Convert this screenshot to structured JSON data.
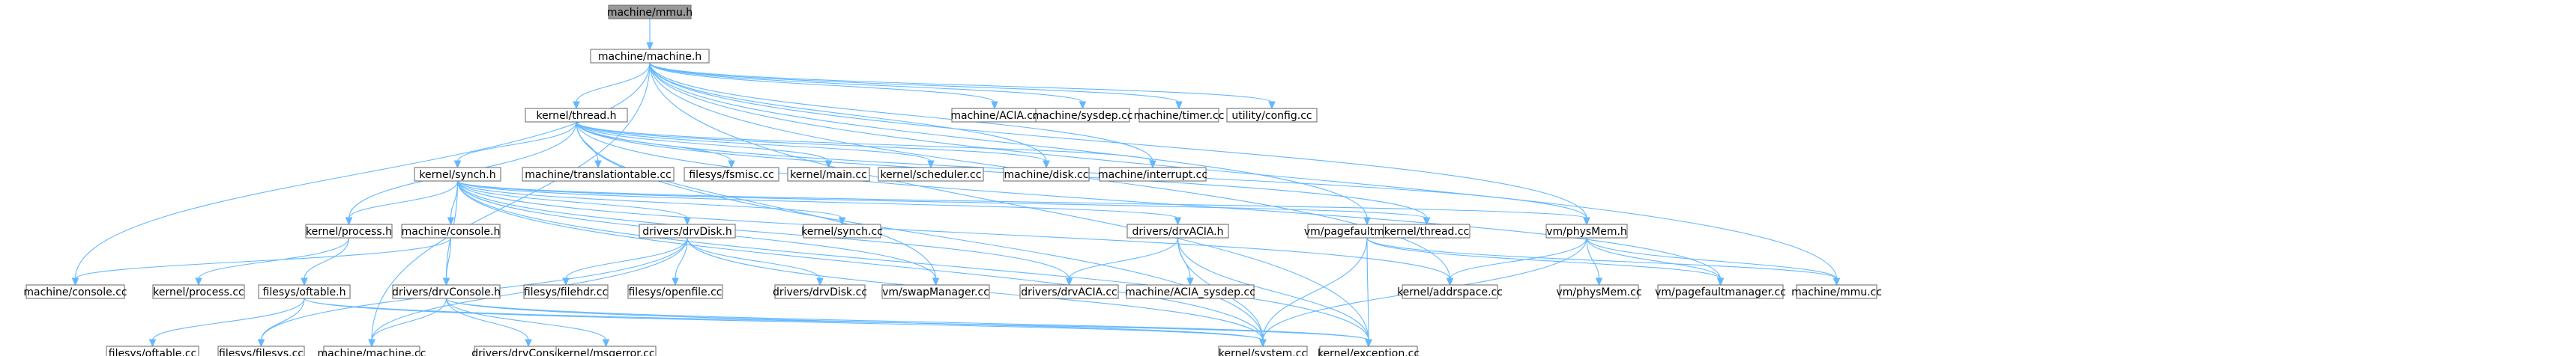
{
  "colors": {
    "edge": "#63b8ff",
    "node_border": "#666666",
    "root_fill": "#999999",
    "node_fill": "#ffffff",
    "text": "#000000"
  },
  "nodes": [
    {
      "id": "n0",
      "label": "machine/mmu.h",
      "root": true
    },
    {
      "id": "n1",
      "label": "machine/machine.h"
    },
    {
      "id": "n2",
      "label": "kernel/thread.h"
    },
    {
      "id": "n3",
      "label": "machine/ACIA.cc"
    },
    {
      "id": "n4",
      "label": "machine/sysdep.cc"
    },
    {
      "id": "n5",
      "label": "machine/timer.cc"
    },
    {
      "id": "n6",
      "label": "utility/config.cc"
    },
    {
      "id": "n7",
      "label": "kernel/synch.h"
    },
    {
      "id": "n8",
      "label": "machine/translationtable.cc"
    },
    {
      "id": "n9",
      "label": "filesys/fsmisc.cc"
    },
    {
      "id": "n10",
      "label": "kernel/main.cc"
    },
    {
      "id": "n11",
      "label": "kernel/scheduler.cc"
    },
    {
      "id": "n12",
      "label": "machine/disk.cc"
    },
    {
      "id": "n13",
      "label": "machine/interrupt.cc"
    },
    {
      "id": "n14",
      "label": "vm/pagefaultmanager.h"
    },
    {
      "id": "n15",
      "label": "kernel/process.h"
    },
    {
      "id": "n16",
      "label": "machine/console.h"
    },
    {
      "id": "n17",
      "label": "drivers/drvDisk.h"
    },
    {
      "id": "n18",
      "label": "kernel/synch.cc"
    },
    {
      "id": "n19",
      "label": "drivers/drvACIA.h"
    },
    {
      "id": "n20",
      "label": "kernel/thread.cc"
    },
    {
      "id": "n21",
      "label": "vm/physMem.h"
    },
    {
      "id": "n22",
      "label": "machine/console.cc"
    },
    {
      "id": "n23",
      "label": "kernel/process.cc"
    },
    {
      "id": "n24",
      "label": "filesys/oftable.h"
    },
    {
      "id": "n25",
      "label": "drivers/drvConsole.h"
    },
    {
      "id": "n26",
      "label": "filesys/filehdr.cc"
    },
    {
      "id": "n27",
      "label": "filesys/openfile.cc"
    },
    {
      "id": "n28",
      "label": "drivers/drvDisk.cc"
    },
    {
      "id": "n29",
      "label": "vm/swapManager.cc"
    },
    {
      "id": "n30",
      "label": "drivers/drvACIA.cc"
    },
    {
      "id": "n31",
      "label": "machine/ACIA_sysdep.cc"
    },
    {
      "id": "n32",
      "label": "kernel/addrspace.cc"
    },
    {
      "id": "n33",
      "label": "vm/physMem.cc"
    },
    {
      "id": "n34",
      "label": "vm/pagefaultmanager.cc"
    },
    {
      "id": "n35",
      "label": "machine/mmu.cc"
    },
    {
      "id": "n36",
      "label": "filesys/oftable.cc"
    },
    {
      "id": "n37",
      "label": "filesys/filesys.cc"
    },
    {
      "id": "n38",
      "label": "machine/machine.cc"
    },
    {
      "id": "n39",
      "label": "drivers/drvConsole.cc"
    },
    {
      "id": "n40",
      "label": "kernel/msgerror.cc"
    },
    {
      "id": "n41",
      "label": "kernel/system.cc"
    },
    {
      "id": "n42",
      "label": "kernel/exception.cc"
    }
  ],
  "edges": [
    [
      "n0",
      "n1"
    ],
    [
      "n1",
      "n2"
    ],
    [
      "n1",
      "n3"
    ],
    [
      "n1",
      "n4"
    ],
    [
      "n1",
      "n5"
    ],
    [
      "n1",
      "n6"
    ],
    [
      "n1",
      "n12"
    ],
    [
      "n1",
      "n13"
    ],
    [
      "n1",
      "n14"
    ],
    [
      "n1",
      "n21"
    ],
    [
      "n1",
      "n22"
    ],
    [
      "n1",
      "n32"
    ],
    [
      "n1",
      "n35"
    ],
    [
      "n1",
      "n38"
    ],
    [
      "n1",
      "n42"
    ],
    [
      "n2",
      "n7"
    ],
    [
      "n2",
      "n8"
    ],
    [
      "n2",
      "n9"
    ],
    [
      "n2",
      "n10"
    ],
    [
      "n2",
      "n11"
    ],
    [
      "n2",
      "n12"
    ],
    [
      "n2",
      "n13"
    ],
    [
      "n2",
      "n15"
    ],
    [
      "n2",
      "n20"
    ],
    [
      "n2",
      "n21"
    ],
    [
      "n2",
      "n29"
    ],
    [
      "n2",
      "n34"
    ],
    [
      "n2",
      "n41"
    ],
    [
      "n7",
      "n15"
    ],
    [
      "n7",
      "n16"
    ],
    [
      "n7",
      "n17"
    ],
    [
      "n7",
      "n18"
    ],
    [
      "n7",
      "n19"
    ],
    [
      "n7",
      "n20"
    ],
    [
      "n7",
      "n21"
    ],
    [
      "n7",
      "n25"
    ],
    [
      "n7",
      "n29"
    ],
    [
      "n7",
      "n30"
    ],
    [
      "n7",
      "n32"
    ],
    [
      "n7",
      "n41"
    ],
    [
      "n7",
      "n42"
    ],
    [
      "n14",
      "n34"
    ],
    [
      "n14",
      "n35"
    ],
    [
      "n14",
      "n41"
    ],
    [
      "n14",
      "n42"
    ],
    [
      "n15",
      "n23"
    ],
    [
      "n15",
      "n24"
    ],
    [
      "n16",
      "n22"
    ],
    [
      "n16",
      "n25"
    ],
    [
      "n17",
      "n26"
    ],
    [
      "n17",
      "n27"
    ],
    [
      "n17",
      "n28"
    ],
    [
      "n17",
      "n37"
    ],
    [
      "n17",
      "n38"
    ],
    [
      "n17",
      "n41"
    ],
    [
      "n19",
      "n30"
    ],
    [
      "n19",
      "n31"
    ],
    [
      "n19",
      "n41"
    ],
    [
      "n19",
      "n42"
    ],
    [
      "n21",
      "n32"
    ],
    [
      "n21",
      "n33"
    ],
    [
      "n21",
      "n34"
    ],
    [
      "n21",
      "n35"
    ],
    [
      "n21",
      "n41"
    ],
    [
      "n24",
      "n36"
    ],
    [
      "n24",
      "n37"
    ],
    [
      "n24",
      "n41"
    ],
    [
      "n24",
      "n42"
    ],
    [
      "n25",
      "n38"
    ],
    [
      "n25",
      "n39"
    ],
    [
      "n25",
      "n40"
    ],
    [
      "n25",
      "n41"
    ],
    [
      "n25",
      "n42"
    ]
  ]
}
